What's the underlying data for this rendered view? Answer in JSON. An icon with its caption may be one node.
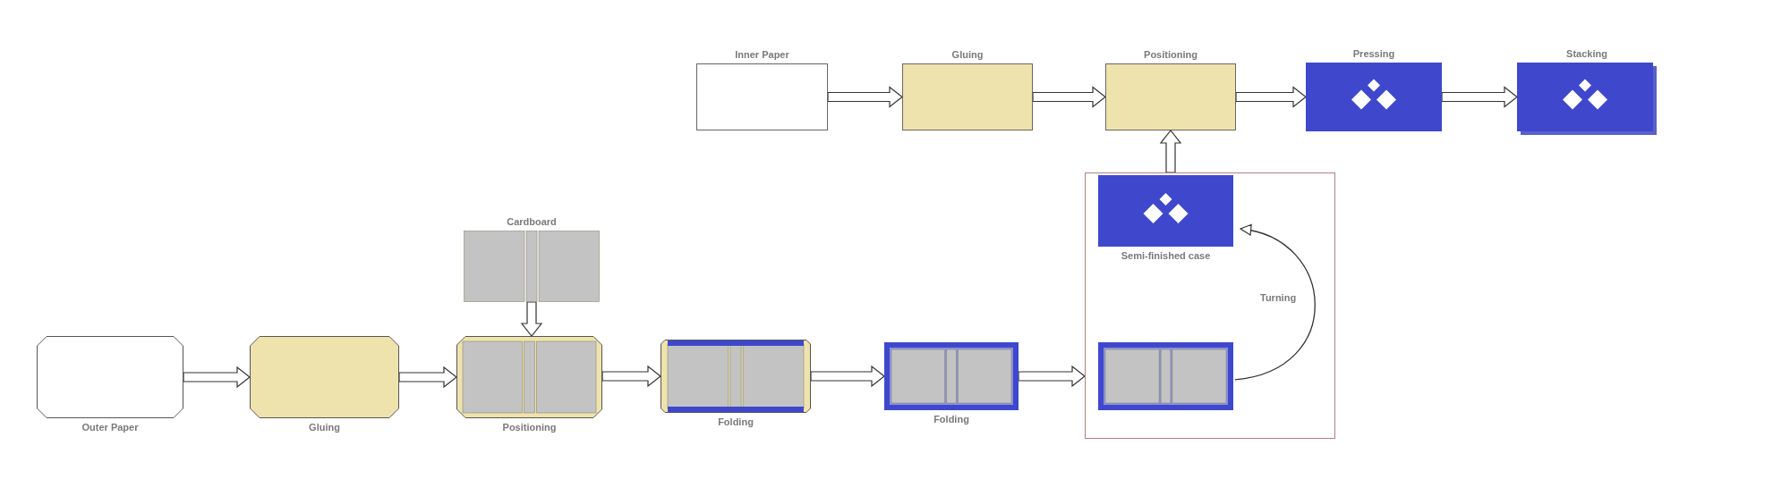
{
  "diagram": {
    "nodes": [
      {
        "text": [
          "Inner Paper"
        ]
      },
      {
        "text": [
          "Gluing"
        ]
      },
      {
        "text": [
          "Positioning"
        ]
      },
      {
        "text": [
          "Pressing"
        ]
      },
      {
        "text": [
          "Stacking"
        ]
      },
      {
        "text": [
          "Cardboard"
        ]
      },
      {
        "text": [
          "Outer Paper"
        ]
      },
      {
        "text": [
          "Gluing"
        ]
      },
      {
        "text": [
          "Positioning"
        ]
      },
      {
        "text": [
          "Folding"
        ]
      },
      {
        "text": [
          "Folding"
        ]
      },
      {
        "text": [],
        "shape": "box"
      },
      {
        "text": [
          "Semi-finished case"
        ],
        "in": 11
      },
      {
        "text": [],
        "shape": "box",
        "in": 11
      }
    ],
    "edges": [
      {
        "from": 0,
        "to": 1,
        "arrow": "to"
      },
      {
        "from": 1,
        "to": 2,
        "arrow": "to"
      },
      {
        "from": 2,
        "to": 3,
        "arrow": "to"
      },
      {
        "from": 3,
        "to": 4,
        "arrow": "to"
      },
      {
        "from": 5,
        "to": 8,
        "arrow": "to"
      },
      {
        "from": 6,
        "to": 7,
        "arrow": "to"
      },
      {
        "from": 7,
        "to": 8,
        "arrow": "to"
      },
      {
        "from": 8,
        "to": 9,
        "arrow": "to"
      },
      {
        "from": 9,
        "to": 10,
        "arrow": "to"
      },
      {
        "from": 10,
        "to": 11,
        "arrow": "to"
      },
      {
        "from": 13,
        "to": 12,
        "arrow": "to",
        "label": "Turning"
      },
      {
        "from": 11,
        "to": 2,
        "arrow": "to"
      }
    ]
  }
}
